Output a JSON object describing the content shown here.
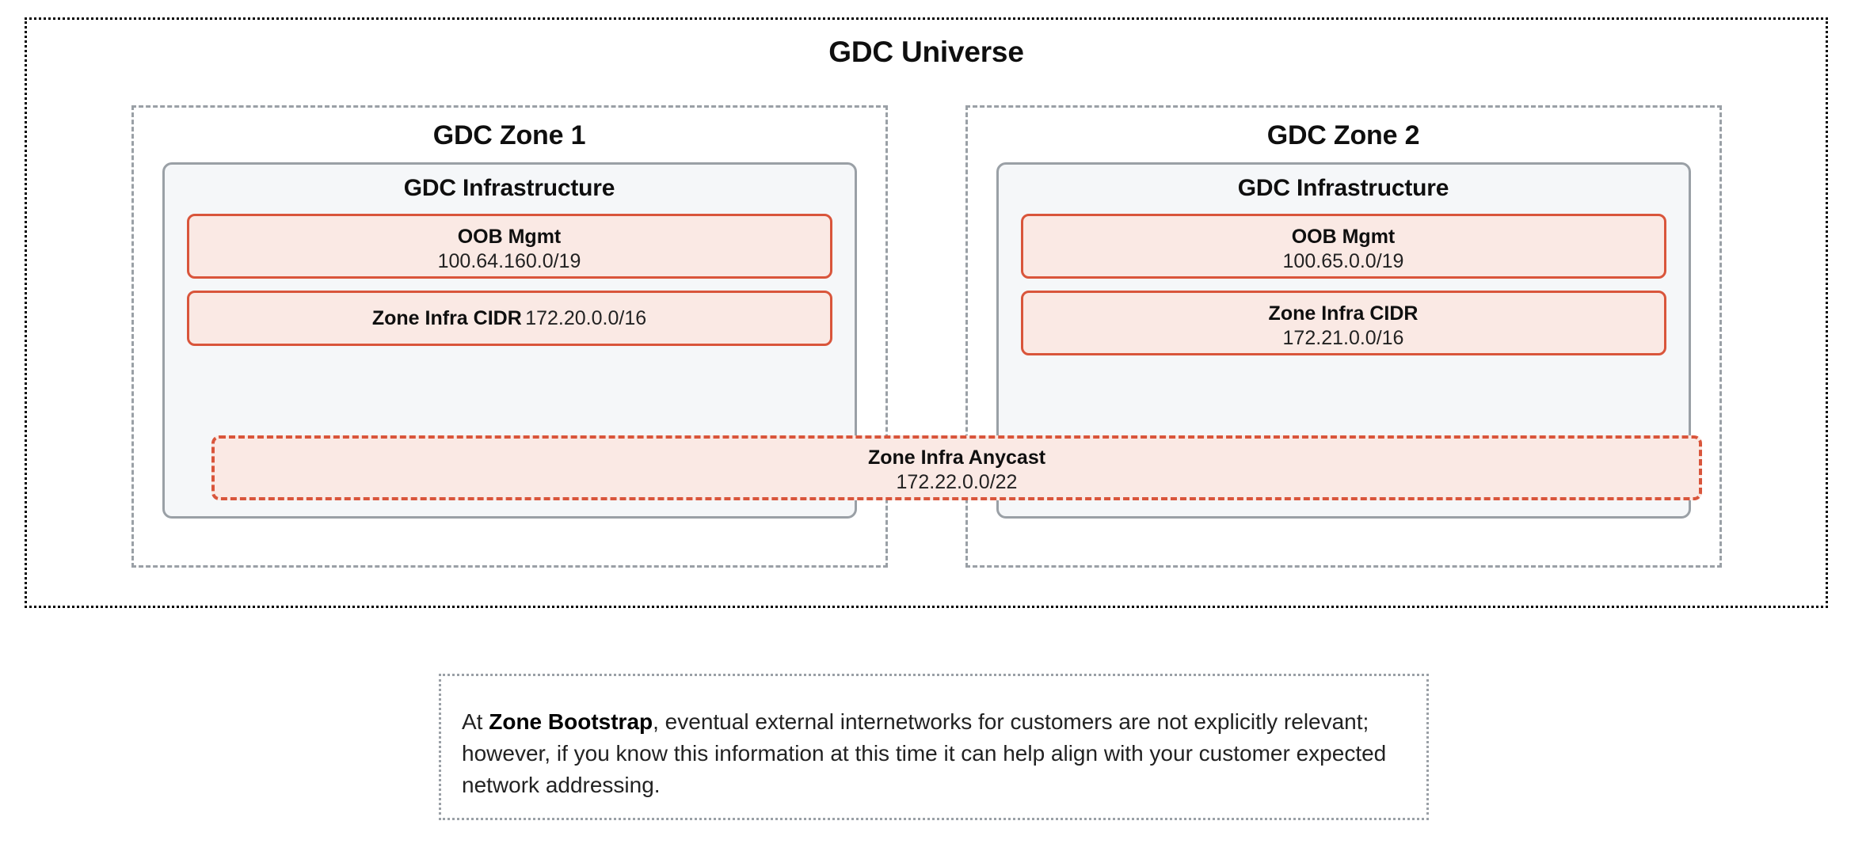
{
  "diagram": {
    "title": "GDC Universe",
    "zones": [
      {
        "title": "GDC Zone 1",
        "infra_title": "GDC Infrastructure",
        "blocks": [
          {
            "label": "OOB Mgmt",
            "value": "100.64.160.0/19",
            "layout": "stacked"
          },
          {
            "label": "Zone Infra CIDR",
            "value": "172.20.0.0/16",
            "layout": "inline"
          }
        ]
      },
      {
        "title": "GDC Zone 2",
        "infra_title": "GDC Infrastructure",
        "blocks": [
          {
            "label": "OOB Mgmt",
            "value": "100.65.0.0/19",
            "layout": "stacked"
          },
          {
            "label": "Zone Infra CIDR",
            "value": "172.21.0.0/16",
            "layout": "stacked"
          }
        ]
      }
    ],
    "anycast": {
      "label": "Zone Infra Anycast",
      "value": "172.22.0.0/22"
    },
    "note": {
      "lead": "At ",
      "emphasis": "Zone Bootstrap",
      "rest": ", eventual external internetworks for customers are not explicitly relevant; however, if you know this information at this time it can help align with your customer expected network addressing."
    },
    "colors": {
      "cidr_border": "#d9553b",
      "cidr_fill": "#fae9e4",
      "infra_border": "#9aa0a6",
      "infra_fill": "#f5f7f9",
      "zone_border": "#9aa0a6",
      "universe_border": "#000000",
      "note_border": "#9aa0a6"
    }
  }
}
